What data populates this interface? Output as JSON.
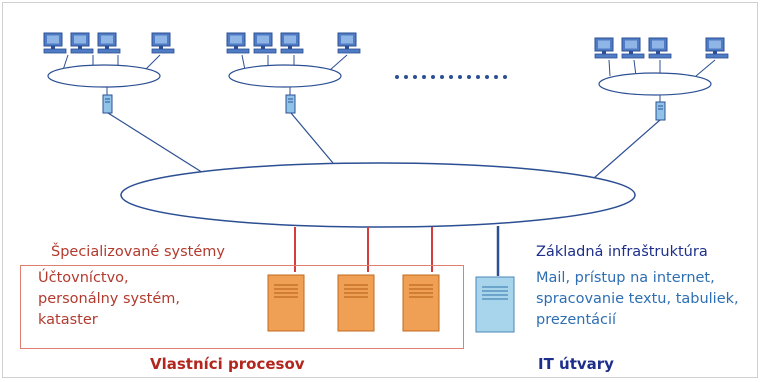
{
  "specialized": {
    "heading": "Špecializované systémy",
    "items": [
      "Účtovníctvo,",
      "personálny systém,",
      "kataster"
    ]
  },
  "infrastructure": {
    "heading": "Základná infraštruktúra",
    "items": [
      "Mail, prístup na internet,",
      "spracovanie textu, tabuliek,",
      "prezentácií"
    ]
  },
  "labels": {
    "process_owners": "Vlastníci procesov",
    "it_departments": "IT útvary"
  },
  "colors": {
    "server_orange": "#f0a055",
    "server_blue": "#a8d4ec",
    "link_red": "#d63c3c",
    "link_blue": "#2c4f93",
    "workstation": "#4f7cc4",
    "ellipse_stroke": "#2c4f93"
  }
}
